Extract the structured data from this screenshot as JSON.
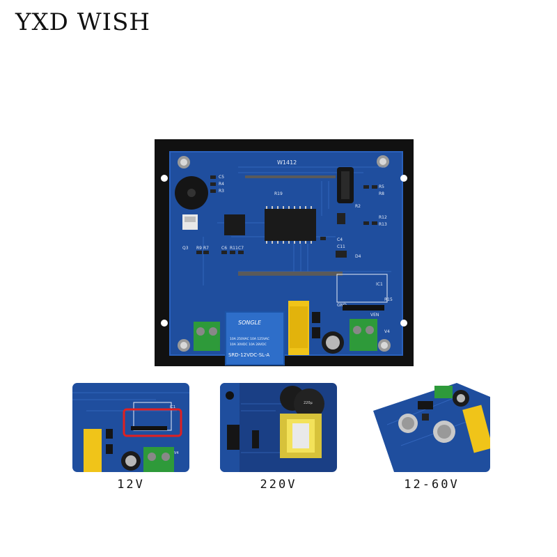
{
  "brand": {
    "name": "YXD WISH"
  },
  "board": {
    "model": "W1412",
    "relay_brand": "SONGLE",
    "relay_model": "SRD-12VDC-SL-A",
    "relay_ratings": [
      "10A 250VAC  10A 125VAC",
      "10A 30VDC   10A 28VDC"
    ],
    "silkscreen": {
      "c5": "C5",
      "r4": "R4",
      "r3": "R3",
      "r19": "R19",
      "q3": "Q3",
      "r9": "R9",
      "r7": "R7",
      "c6": "C6",
      "r11": "R11",
      "c7": "C7",
      "c4": "C4",
      "c11": "C11",
      "d4": "D4",
      "r2": "R2",
      "r8": "R8",
      "r5": "R5",
      "r12": "R12",
      "r13": "R13",
      "r15": "R15",
      "ic1": "IC1",
      "v4": "V4",
      "gnd": "GND",
      "ven": "VEN"
    }
  },
  "variants": [
    {
      "label": "12V"
    },
    {
      "label": "220V"
    },
    {
      "label": "12-60V"
    }
  ],
  "colors": {
    "pcb": "#1f4e9e",
    "pcb_dark": "#163b7a",
    "frame": "#111111",
    "terminal": "#2e9a3a",
    "relay": "#2e6ec9",
    "capacitor": "#f0c419",
    "highlight": "#e02020"
  }
}
